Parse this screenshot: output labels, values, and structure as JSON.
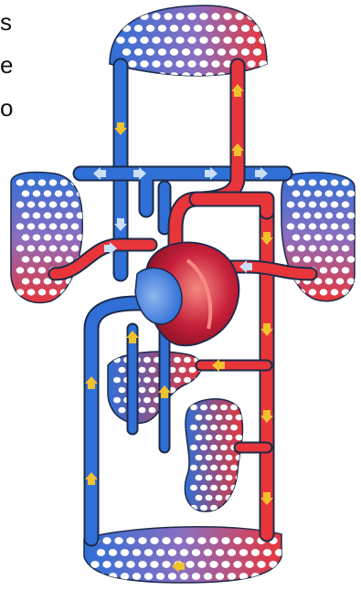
{
  "diagram": {
    "title": "",
    "left_edge_text": [
      "s",
      "e",
      "o"
    ]
  },
  "colors": {
    "oxygenated": "#e8353a",
    "oxygenated_highlight": "#f58a80",
    "deoxygenated": "#2f6fd6",
    "deoxygenated_highlight": "#8fb6ee",
    "flow_arrow_venous_side": "#f2c12e",
    "flow_arrow_light": "#c9dff5",
    "vessel_outline": "#1b2a4a",
    "capillary_fill": "#ffffff",
    "heart_core": "#c7203a"
  },
  "icons": {
    "heart": "heart-icon",
    "capillary_bed": "capillary-network-icon",
    "flow_arrow": "arrow-icon"
  }
}
